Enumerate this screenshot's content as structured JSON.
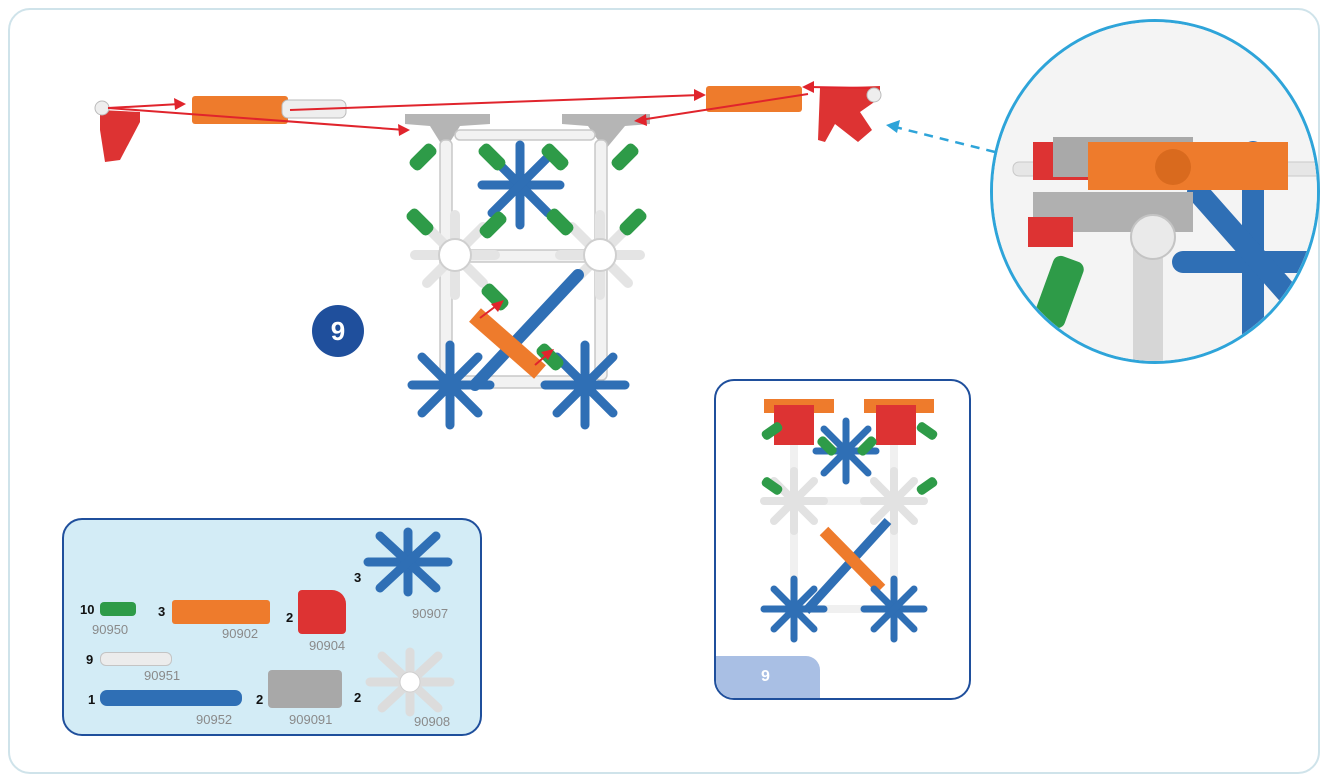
{
  "step": {
    "number": "9"
  },
  "result": {
    "step_label": "9"
  },
  "parts": [
    {
      "qty": "10",
      "code": "90950",
      "color": "#2e9b48",
      "kind": "connector"
    },
    {
      "qty": "3",
      "code": "90902",
      "color": "#ee7b2c",
      "kind": "flat-rod"
    },
    {
      "qty": "2",
      "code": "90904",
      "color": "#dd3333",
      "kind": "half-connector"
    },
    {
      "qty": "3",
      "code": "90907",
      "color": "#2f6fb5",
      "kind": "connector-8way"
    },
    {
      "qty": "9",
      "code": "90951",
      "color": "#e8e8e8",
      "kind": "rod-short"
    },
    {
      "qty": "1",
      "code": "90952",
      "color": "#2f6fb5",
      "kind": "rod-long"
    },
    {
      "qty": "2",
      "code": "909091",
      "color": "#9a9a9a",
      "kind": "half-connector"
    },
    {
      "qty": "2",
      "code": "90908",
      "color": "#e8e8e8",
      "kind": "connector-8way"
    }
  ],
  "colors": {
    "navy": "#1f4f9c",
    "panel_bg": "#d3ecf6",
    "arrow_red": "#e0242c",
    "zoom_blue": "#2ea4d9",
    "frame": "#cfe3ea"
  }
}
